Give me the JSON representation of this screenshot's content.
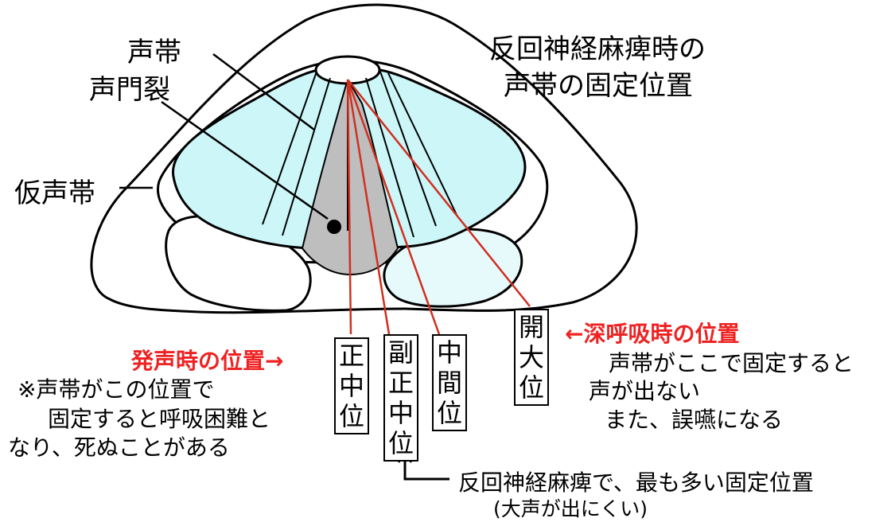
{
  "labels": {
    "title_line1": "反回神経麻痺時の",
    "title_line2": "声帯の固定位置",
    "vocal_cord": "声帯",
    "glottis": "声門裂",
    "false_cord": "仮声帯",
    "phonation_position": "発声時の位置→",
    "phonation_note_1": "※声帯がこの位置で",
    "phonation_note_2": "固定すると呼吸困難と",
    "phonation_note_3": "なり、死ぬことがある",
    "deep_breath_position": "←深呼吸時の位置",
    "deep_note_1": "声帯がここで固定すると",
    "deep_note_2": "声が出ない",
    "deep_note_3": "また、誤嚥になる",
    "most_common_1": "反回神経麻痺で、最も多い固定位置",
    "most_common_2": "(大声が出にくい)"
  },
  "boxes": {
    "median": [
      "正",
      "中",
      "位"
    ],
    "paramedian": [
      "副",
      "正",
      "中",
      "位"
    ],
    "intermediate": [
      "中",
      "間",
      "位"
    ],
    "abducted": [
      "開",
      "大",
      "位"
    ]
  },
  "colors": {
    "vocal_cord_fill": "#ccf6f8",
    "arytenoid_fill": "#e6fafc",
    "glottis_fill": "#bebebe",
    "pointer_red": "#d03020",
    "accent_red": "#ee2222"
  }
}
